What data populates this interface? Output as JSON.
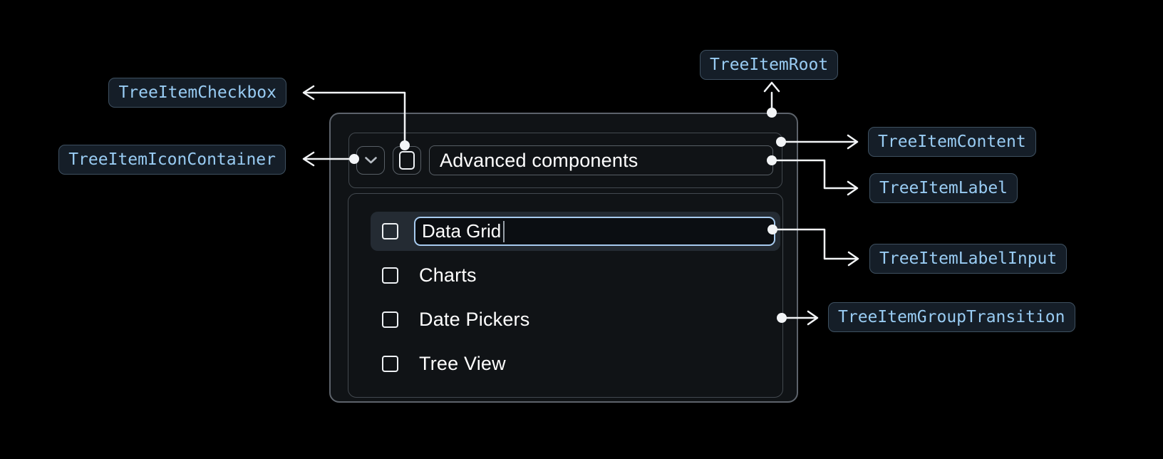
{
  "diagram": {
    "badges": {
      "root": {
        "label": "TreeItemRoot"
      },
      "checkbox": {
        "label": "TreeItemCheckbox"
      },
      "icon_container": {
        "label": "TreeItemIconContainer"
      },
      "content": {
        "label": "TreeItemContent"
      },
      "label": {
        "label": "TreeItemLabel"
      },
      "label_input": {
        "label": "TreeItemLabelInput"
      },
      "group_transition": {
        "label": "TreeItemGroupTransition"
      }
    },
    "colors": {
      "canvas_bg": "#000000",
      "surface_bg": "#101316",
      "badge_bg": "#151E28",
      "badge_border": "#3E5060",
      "badge_text": "#99CCF3",
      "connector": "#F2F4F6",
      "outer_border": "#5D636B",
      "inner_border": "#585F66",
      "frame_border": "#43494F",
      "selected_row_bg": "#242B33",
      "input_border": "#A7CBEF",
      "input_bg": "#0B0E12",
      "text_primary": "#FFFFFF"
    }
  },
  "tree": {
    "parent": {
      "label": "Advanced components",
      "expanded": true,
      "checked": false
    },
    "children": [
      {
        "label": "Data Grid",
        "editing": true,
        "input_value": "Data Grid",
        "checked": false
      },
      {
        "label": "Charts",
        "checked": false
      },
      {
        "label": "Date Pickers",
        "checked": false
      },
      {
        "label": "Tree View",
        "checked": false
      }
    ]
  }
}
